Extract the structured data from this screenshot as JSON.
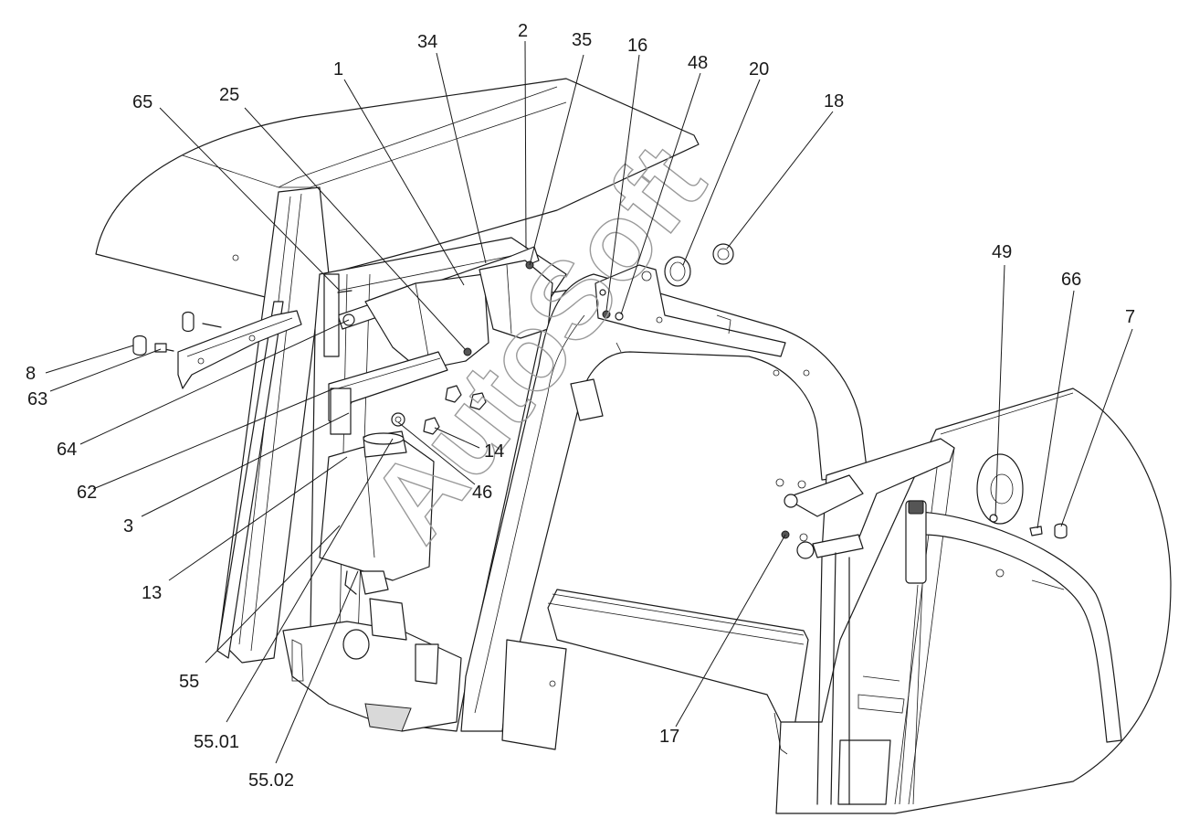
{
  "watermark": "AutoSoft",
  "callouts": [
    {
      "label": "65"
    },
    {
      "label": "25"
    },
    {
      "label": "1"
    },
    {
      "label": "34"
    },
    {
      "label": "2"
    },
    {
      "label": "35"
    },
    {
      "label": "16"
    },
    {
      "label": "48"
    },
    {
      "label": "20"
    },
    {
      "label": "18"
    },
    {
      "label": "49"
    },
    {
      "label": "66"
    },
    {
      "label": "7"
    },
    {
      "label": "8"
    },
    {
      "label": "63"
    },
    {
      "label": "64"
    },
    {
      "label": "62"
    },
    {
      "label": "3"
    },
    {
      "label": "13"
    },
    {
      "label": "14"
    },
    {
      "label": "46"
    },
    {
      "label": "55"
    },
    {
      "label": "55.01"
    },
    {
      "label": "55.02"
    },
    {
      "label": "17"
    }
  ]
}
